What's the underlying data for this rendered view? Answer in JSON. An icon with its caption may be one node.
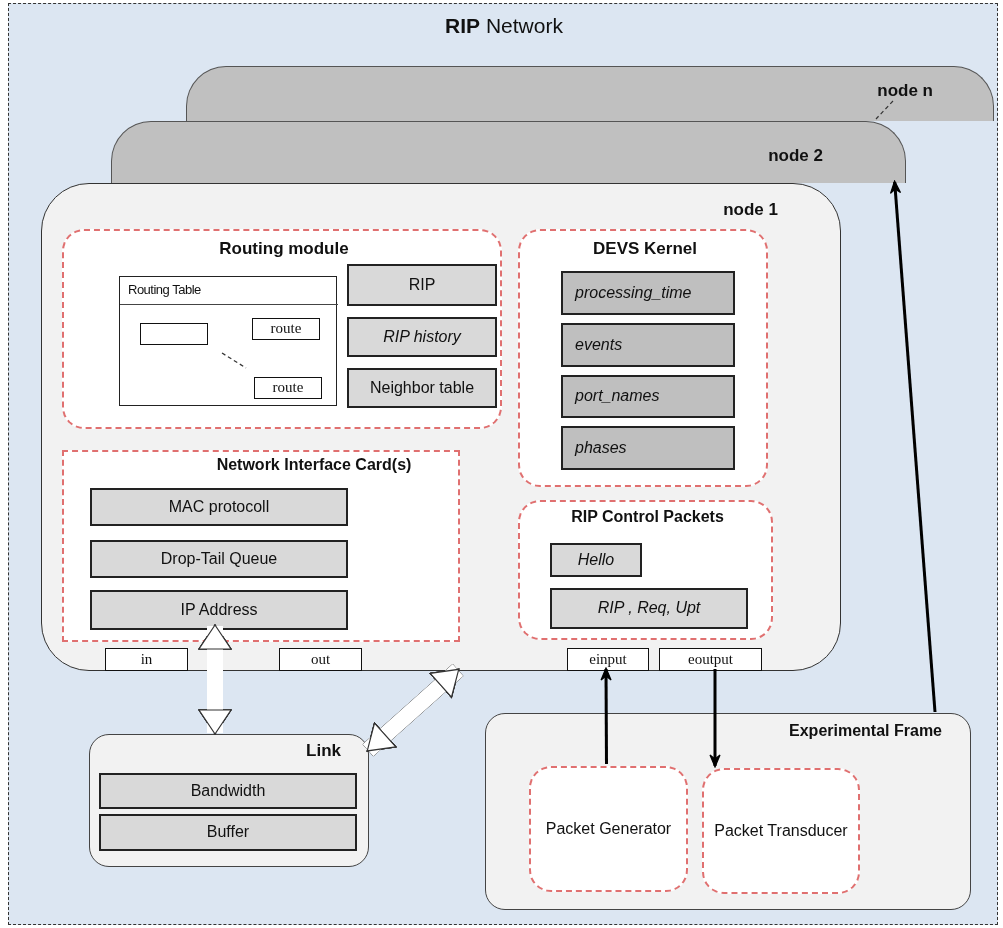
{
  "diagram": {
    "nodes": [
      {
        "text": [
          "**RIP** Network"
        ]
      },
      {
        "text": [
          "node n"
        ],
        "in": 0
      },
      {
        "text": [
          "node 2"
        ],
        "in": 0
      },
      {
        "text": [
          "node 1"
        ],
        "in": 0
      },
      {
        "text": [
          "Routing module"
        ],
        "in": 3
      },
      {
        "text": [
          "Routing Table"
        ],
        "in": 4
      },
      {
        "text": [],
        "shape": "box",
        "in": 5
      },
      {
        "text": [
          "route"
        ],
        "in": 5
      },
      {
        "text": [
          "route"
        ],
        "in": 5
      },
      {
        "text": [
          "RIP"
        ],
        "in": 4
      },
      {
        "text": [
          "RIP history"
        ],
        "in": 4
      },
      {
        "text": [
          "Neighbor table"
        ],
        "in": 4
      },
      {
        "text": [
          "DEVS Kernel"
        ],
        "in": 3
      },
      {
        "text": [
          "processing_time"
        ],
        "in": 12
      },
      {
        "text": [
          "events"
        ],
        "in": 12
      },
      {
        "text": [
          "port_names"
        ],
        "in": 12
      },
      {
        "text": [
          "phases"
        ],
        "in": 12
      },
      {
        "text": [
          "Network Interface Card(s)"
        ],
        "in": 3
      },
      {
        "text": [
          "MAC protocoll"
        ],
        "in": 17
      },
      {
        "text": [
          "Drop-Tail Queue"
        ],
        "in": 17
      },
      {
        "text": [
          "IP Address"
        ],
        "in": 17
      },
      {
        "text": [
          "RIP Control Packets"
        ],
        "in": 3
      },
      {
        "text": [
          "Hello"
        ],
        "in": 21
      },
      {
        "text": [
          "RIP , Req, Upt"
        ],
        "in": 21
      },
      {
        "text": [
          "in"
        ],
        "in": 3
      },
      {
        "text": [
          "out"
        ],
        "in": 3
      },
      {
        "text": [
          "einput"
        ],
        "in": 3
      },
      {
        "text": [
          "eoutput"
        ],
        "in": 3
      },
      {
        "text": [
          "Link"
        ],
        "in": 0
      },
      {
        "text": [
          "Bandwidth"
        ],
        "in": 28
      },
      {
        "text": [
          "Buffer"
        ],
        "in": 28
      },
      {
        "text": [
          "Experimental Frame"
        ],
        "in": 0
      },
      {
        "text": [
          "Packet Generator"
        ],
        "in": 31
      },
      {
        "text": [
          "Packet Transducer"
        ],
        "in": 31
      }
    ],
    "edges": [
      {
        "from": 20,
        "to": 28,
        "arrow": "both",
        "style": "thick",
        "color": "#ffffff"
      },
      {
        "from": 28,
        "to": 3,
        "arrow": "both",
        "style": "thick",
        "color": "#ffffff"
      },
      {
        "from": 32,
        "to": 26,
        "arrow": "to"
      },
      {
        "from": 27,
        "to": 33,
        "arrow": "to"
      },
      {
        "from": 31,
        "to": 2,
        "arrow": "to"
      }
    ]
  }
}
